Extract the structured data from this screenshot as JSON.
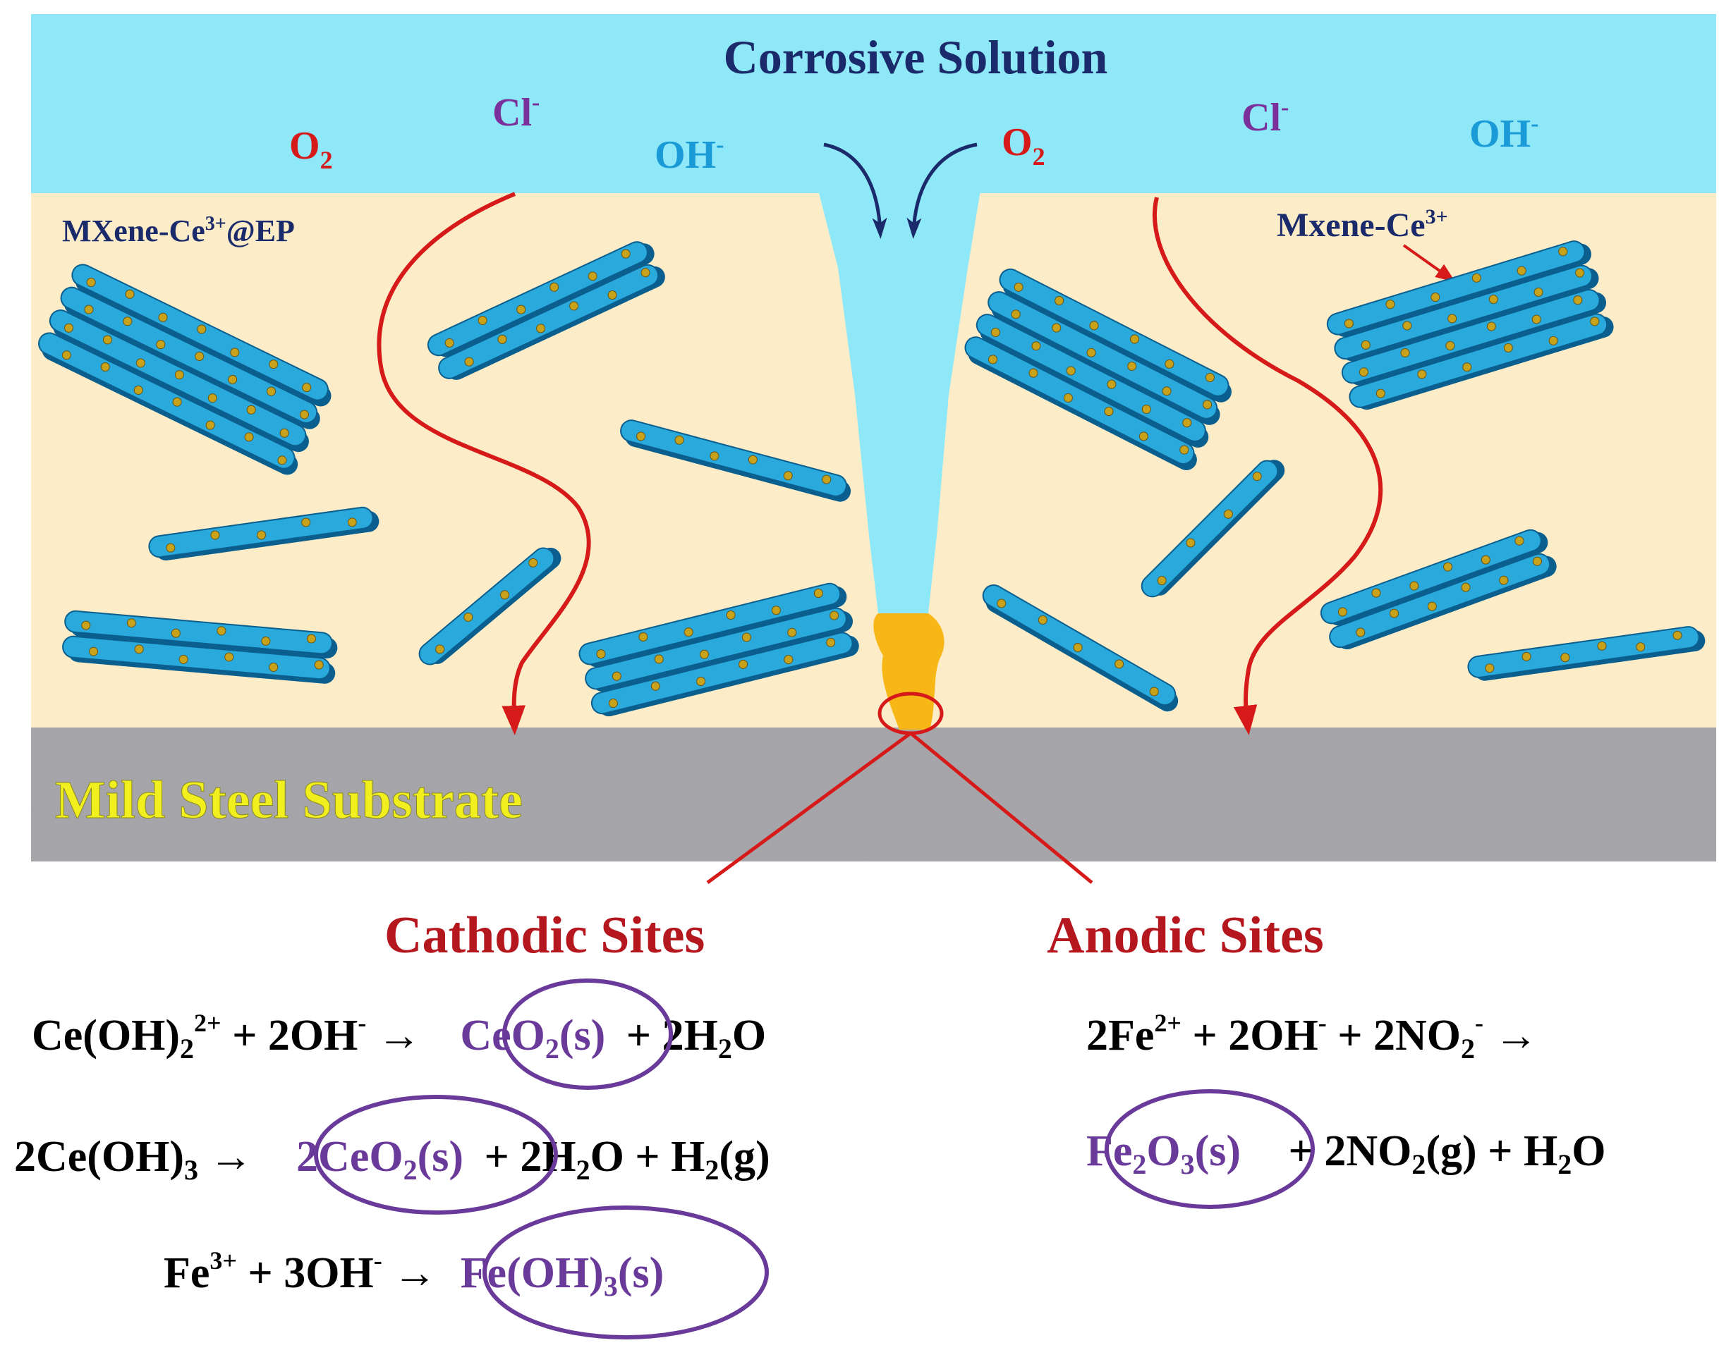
{
  "labels": {
    "solution": "Corrosive Solution",
    "o2_left": "O",
    "o2_right": "O",
    "o2_sub": "2",
    "cl_left": "Cl",
    "cl_right": "Cl",
    "cl_sup": "-",
    "oh_left": "OH",
    "oh_right": "OH",
    "oh_sup": "-",
    "coating": "MXene-Ce",
    "coating_sup": "3+",
    "coating_suffix": "@EP",
    "particle": "Mxene-Ce",
    "particle_sup": "3+",
    "substrate": "Mild Steel Substrate"
  },
  "sites": {
    "cathodic_title": "Cathodic Sites",
    "anodic_title": "Anodic Sites"
  },
  "cathodic_eq": [
    {
      "lhs": "Ce(OH)",
      "lhs_sub": "2",
      "lhs_sup": "2+",
      "lhs2": " + 2OH",
      "lhs2_sup": "-",
      "arrow": "→",
      "prod": "CeO",
      "prod_sub": "2",
      "prod_tail": "(s)",
      "rhs": "+ 2H",
      "rhs_sub": "2",
      "rhs_tail": "O"
    },
    {
      "lhs": "2Ce(OH)",
      "lhs_sub": "3",
      "arrow": "→",
      "prod": "2CeO",
      "prod_sub": "2",
      "prod_tail": "(s)",
      "rhs": "+ 2H",
      "rhs_sub": "2",
      "rhs_mid": "O + H",
      "rhs_sub2": "2",
      "rhs_tail": "(g)"
    },
    {
      "lhs": "Fe",
      "lhs_sup": "3+",
      "lhs2": " + 3OH",
      "lhs2_sup": "-",
      "arrow": "→",
      "prod": "Fe(OH)",
      "prod_sub": "3",
      "prod_tail": "(s)"
    }
  ],
  "anodic_eq": [
    {
      "lhs": "2Fe",
      "lhs_sup": "2+",
      "lhs2": " + 2OH",
      "lhs2_sup": "-",
      "lhs3": " + 2NO",
      "lhs3_sub": "2",
      "lhs3_sup": "-",
      "arrow": "→"
    },
    {
      "prod": "Fe",
      "prod_sub": "2",
      "prod_mid": "O",
      "prod_sub2": "3",
      "prod_tail": "(s)",
      "rhs": "+ 2NO",
      "rhs_sub": "2",
      "rhs_mid": "(g) + H",
      "rhs_sub2": "2",
      "rhs_tail": "O"
    }
  ],
  "colors": {
    "solution": "#8fe8f8",
    "coating": "#fcedc8",
    "substrate": "#a8a8ac",
    "flake": "#2aa9dc",
    "flake_dark": "#0b5f8f",
    "ce_dot": "#c9a21c",
    "path_red": "#d61a1a",
    "site_red": "#b5171f",
    "product_purple": "#6a3a9a",
    "pit_yellow": "#f7b817",
    "label_navy": "#1b2a6b",
    "label_o2": "#d61a1a",
    "label_cl": "#7a2f9a",
    "label_oh": "#1a9ad6",
    "substrate_text": "#f1ef1d"
  },
  "icons": [
    "mxene-flake-icon",
    "ce-ion-dot-icon",
    "diffusion-path-arrow-icon",
    "pit-icon"
  ]
}
